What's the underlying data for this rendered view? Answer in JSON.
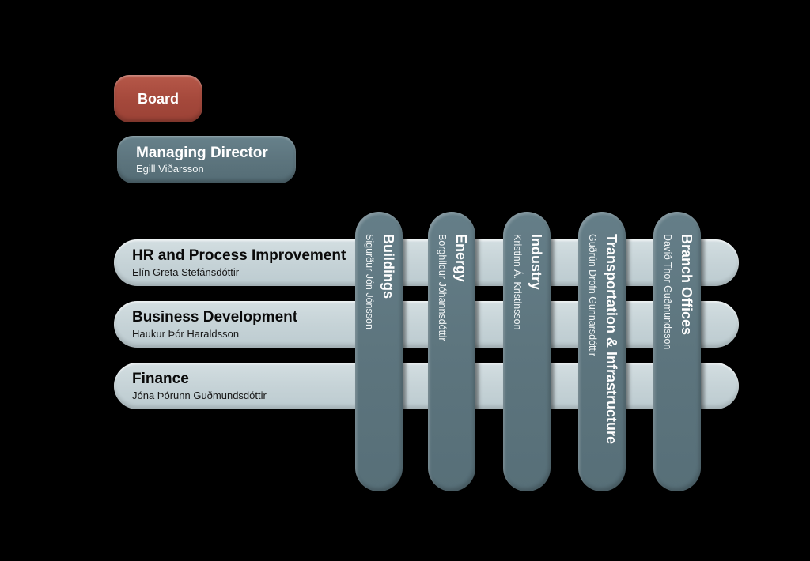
{
  "diagram": {
    "type": "matrix-org-chart",
    "background_color": "#000000",
    "board": {
      "label": "Board",
      "fill": "#a84a3d",
      "text_color": "#ffffff"
    },
    "managing_director": {
      "title": "Managing Director",
      "name": "Egill Viðarsson",
      "fill": "#5d747b",
      "text_color": "#ffffff"
    },
    "departments_fill": "#c6d3d7",
    "departments": [
      {
        "title": "HR and Process Improvement",
        "name": "Elín Greta Stefánsdóttir"
      },
      {
        "title": "Business Development",
        "name": "Haukur Þór Haraldsson"
      },
      {
        "title": "Finance",
        "name": "Jóna Þórunn Guðmundsdóttir"
      }
    ],
    "divisions_fill": "#5d747b",
    "divisions": [
      {
        "title": "Buildings",
        "name": "Sigurður Jón Jónsson"
      },
      {
        "title": "Energy",
        "name": "Borghildur Jóhannsdóttir"
      },
      {
        "title": "Industry",
        "name": "Kristinn Á. Kristinsson"
      },
      {
        "title": "Transportation & Infrastructure",
        "name": "Guðrún Dröfn Gunnarsdóttir"
      },
      {
        "title": "Branch Offices",
        "name": "Davíð Thor Guðmundsson"
      }
    ]
  }
}
